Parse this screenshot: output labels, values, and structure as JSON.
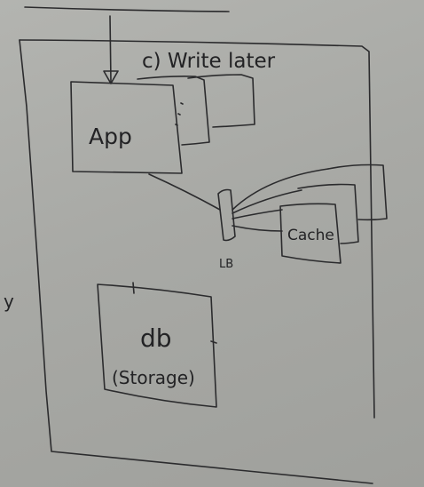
{
  "whiteboard": {
    "caption": "c) Write later",
    "app_label": "App",
    "lb_label": "LB",
    "cache_label": "Cache",
    "db_label": "db",
    "db_sublabel": "(Storage)",
    "side_mark": "y"
  }
}
